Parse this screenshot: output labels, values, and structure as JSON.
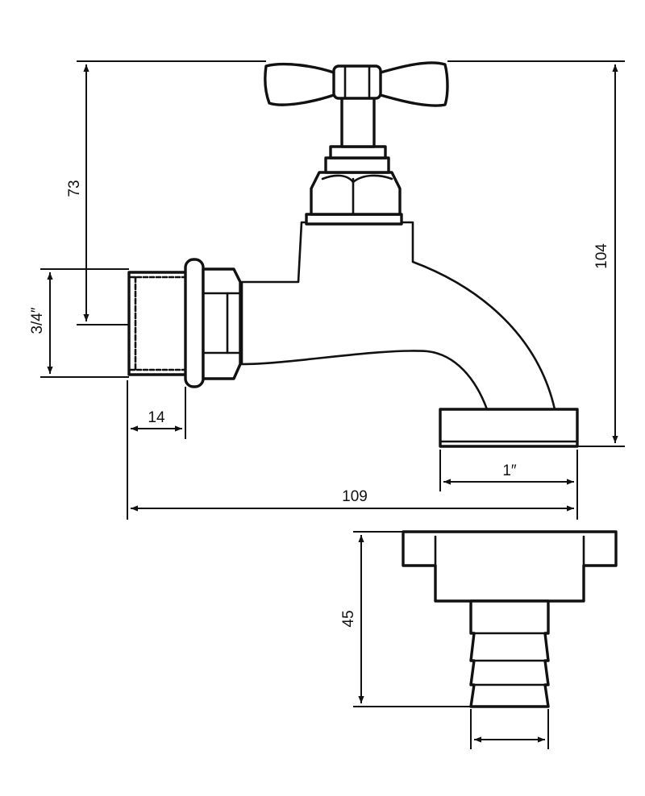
{
  "dimensions": {
    "top_to_inlet_height": "73",
    "inlet_thread": "3/4″",
    "total_height": "104",
    "thread_length": "14",
    "outlet_thread": "1″",
    "total_length": "109",
    "adapter_height": "45"
  },
  "colors": {
    "ink": "#111111",
    "paper": "#ffffff"
  }
}
